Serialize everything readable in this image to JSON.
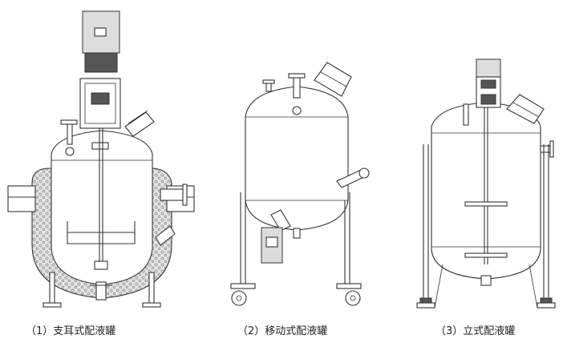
{
  "captions": {
    "tank1": "（1）支耳式配液罐",
    "tank2": "（2）移动式配液罐",
    "tank3": "（3）立式配液罐"
  },
  "colors": {
    "line": "#333333",
    "jacket": "#dddddd",
    "background": "#ffffff"
  },
  "icons": [
    "motor-icon",
    "agitator-icon",
    "manhole-icon",
    "caster-wheel-icon",
    "leg-icon",
    "thermometer-icon"
  ]
}
